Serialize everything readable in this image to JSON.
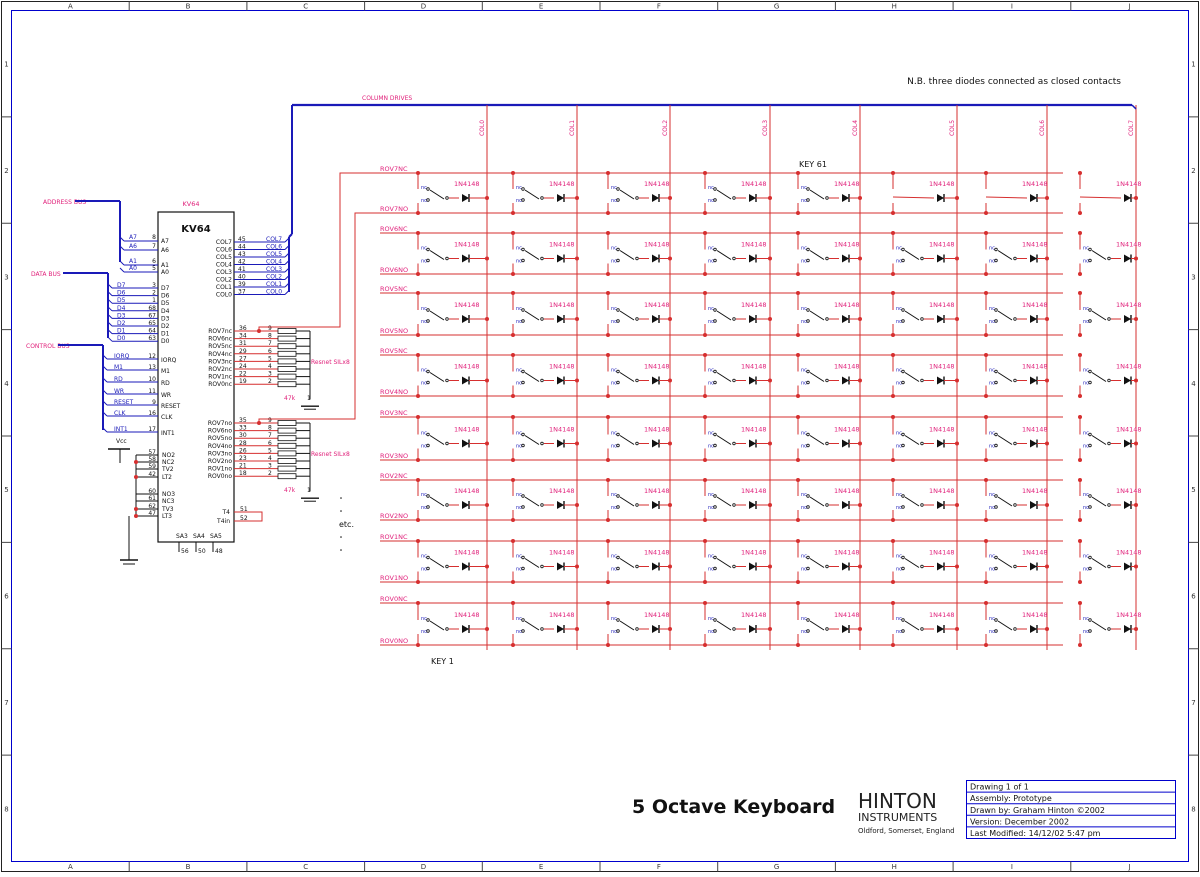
{
  "border": {
    "columns": [
      "A",
      "B",
      "C",
      "D",
      "E",
      "F",
      "G",
      "H",
      "I",
      "J"
    ],
    "rows": [
      "1",
      "2",
      "3",
      "4",
      "5",
      "6",
      "7",
      "8"
    ]
  },
  "note": "N.B. three diodes connected as closed contacts",
  "column_drives_label": "COLUMN DRIVES",
  "col_labels": [
    "COL0",
    "COL1",
    "COL2",
    "COL3",
    "COL4",
    "COL5",
    "COL6",
    "COL7"
  ],
  "key_labels": {
    "top": "KEY 61",
    "bottom": "KEY 1"
  },
  "diode_label": "1N4148",
  "switch_labels": {
    "nc": "nc",
    "no": "no"
  },
  "row_labels": [
    {
      "nc": "ROV7NC",
      "no": "ROV7NO"
    },
    {
      "nc": "ROV6NC",
      "no": "ROV6NO"
    },
    {
      "nc": "ROV5NC",
      "no": "ROV5NO"
    },
    {
      "nc": "ROV5NC",
      "no": "ROV4NO"
    },
    {
      "nc": "ROV3NC",
      "no": "ROV3NO"
    },
    {
      "nc": "ROV2NC",
      "no": "ROV2NO"
    },
    {
      "nc": "ROV1NC",
      "no": "ROV1NO"
    },
    {
      "nc": "ROV0NC",
      "no": "ROV0NO"
    }
  ],
  "bus_labels": {
    "address": "ADDRESS BUS",
    "data": "DATA BUS",
    "control": "CONTROL BUS"
  },
  "chip": {
    "ref": "KV64",
    "name": "KV64",
    "addr_pins": [
      {
        "net": "A7",
        "num": "8",
        "name": "A7"
      },
      {
        "net": "A6",
        "num": "7",
        "name": "A6"
      },
      {
        "net": "A1",
        "num": "6",
        "name": "A1"
      },
      {
        "net": "A0",
        "num": "5",
        "name": "A0"
      }
    ],
    "data_pins": [
      {
        "net": "D7",
        "num": "3",
        "name": "D7"
      },
      {
        "net": "D6",
        "num": "2",
        "name": "D6"
      },
      {
        "net": "D5",
        "num": "1",
        "name": "D5"
      },
      {
        "net": "D4",
        "num": "68",
        "name": "D4"
      },
      {
        "net": "D3",
        "num": "67",
        "name": "D3"
      },
      {
        "net": "D2",
        "num": "65",
        "name": "D2"
      },
      {
        "net": "D1",
        "num": "64",
        "name": "D1"
      },
      {
        "net": "D0",
        "num": "63",
        "name": "D0"
      }
    ],
    "ctrl_pins": [
      {
        "net": "IORQ",
        "num": "12",
        "name": "IORQ"
      },
      {
        "net": "M1",
        "num": "13",
        "name": "M1"
      },
      {
        "net": "RD",
        "num": "10",
        "name": "RD"
      },
      {
        "net": "WR",
        "num": "11",
        "name": "WR"
      },
      {
        "net": "RESET",
        "num": "9",
        "name": "RESET"
      },
      {
        "net": "CLK",
        "num": "16",
        "name": "CLK"
      },
      {
        "net": "INT1",
        "num": "17",
        "name": "INT1"
      }
    ],
    "misc_pins": [
      {
        "num": "57",
        "name": "NO2"
      },
      {
        "num": "58",
        "name": "NC2"
      },
      {
        "num": "59",
        "name": "TV2"
      },
      {
        "num": "42",
        "name": "LT2"
      },
      {
        "num": "60",
        "name": "NO3"
      },
      {
        "num": "61",
        "name": "NC3"
      },
      {
        "num": "62",
        "name": "TV3"
      },
      {
        "num": "47",
        "name": "LT3"
      }
    ],
    "col_pins": [
      {
        "name": "COL7",
        "num": "45",
        "net": "COL7"
      },
      {
        "name": "COL6",
        "num": "44",
        "net": "COL6"
      },
      {
        "name": "COL5",
        "num": "43",
        "net": "COL5"
      },
      {
        "name": "COL4",
        "num": "42",
        "net": "COL4"
      },
      {
        "name": "COL3",
        "num": "41",
        "net": "COL3"
      },
      {
        "name": "COL2",
        "num": "40",
        "net": "COL2"
      },
      {
        "name": "COL1",
        "num": "39",
        "net": "COL1"
      },
      {
        "name": "COL0",
        "num": "37",
        "net": "COL0"
      }
    ],
    "nc_pins": [
      {
        "name": "ROV7nc",
        "num": "36"
      },
      {
        "name": "ROV6nc",
        "num": "34"
      },
      {
        "name": "ROV5nc",
        "num": "31"
      },
      {
        "name": "ROV4nc",
        "num": "29"
      },
      {
        "name": "ROV3nc",
        "num": "27"
      },
      {
        "name": "ROV2nc",
        "num": "24"
      },
      {
        "name": "ROV1nc",
        "num": "22"
      },
      {
        "name": "ROV0nc",
        "num": "19"
      }
    ],
    "no_pins": [
      {
        "name": "ROV7no",
        "num": "35"
      },
      {
        "name": "ROV6no",
        "num": "33"
      },
      {
        "name": "ROV5no",
        "num": "30"
      },
      {
        "name": "ROV4no",
        "num": "28"
      },
      {
        "name": "ROV3no",
        "num": "26"
      },
      {
        "name": "ROV2no",
        "num": "23"
      },
      {
        "name": "ROV1no",
        "num": "21"
      },
      {
        "name": "ROV0no",
        "num": "18"
      }
    ],
    "t_pins": [
      {
        "name": "T4",
        "num": "51"
      },
      {
        "name": "T4in",
        "num": "52"
      }
    ],
    "sa_pins": [
      {
        "name": "SA3",
        "num": "56"
      },
      {
        "name": "SA4",
        "num": "50"
      },
      {
        "name": "SA5",
        "num": "48"
      }
    ]
  },
  "resnet": {
    "label": "Resnet SILx8",
    "value": "47k",
    "pin_nums": [
      "9",
      "8",
      "7",
      "6",
      "5",
      "4",
      "3",
      "2"
    ],
    "common": "1"
  },
  "vcc": "Vcc",
  "etc": "etc.",
  "title": "5 Octave Keyboard",
  "company": {
    "line1": "HINTON",
    "line2": "INSTRUMENTS",
    "address": "Oldford, Somerset, England"
  },
  "info": [
    "Drawing 1 of 1",
    "Assembly: Prototype",
    "Drawn by: Graham Hinton ©2002",
    "Version: December 2002",
    "Last Modified: 14/12/02  5:47 pm"
  ],
  "colors": {
    "net": "#d62f2f",
    "bus": "#1a1ab8",
    "ink": "#000000",
    "frame": "#0000cc",
    "pink": "#e0207a"
  }
}
